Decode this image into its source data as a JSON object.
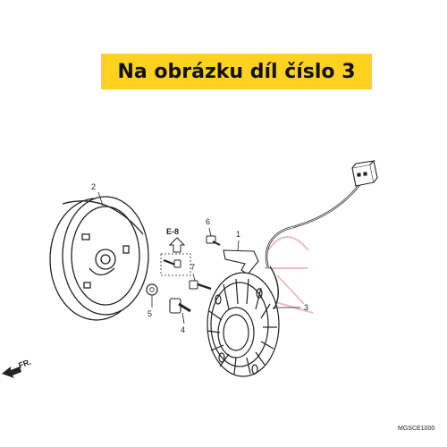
{
  "banner": {
    "text": "Na obrázku díl číslo 3",
    "color": "#ffd21f"
  },
  "callouts": {
    "p1": "1",
    "p2": "2",
    "p3": "3",
    "p4": "4",
    "p5": "5",
    "p6": "6",
    "p7": "7",
    "ref": "E-8"
  },
  "direction_label": "FR.",
  "diagram_code": "MGSCE1000",
  "colors": {
    "line": "#222222",
    "watermark": "#e8a3a3"
  }
}
